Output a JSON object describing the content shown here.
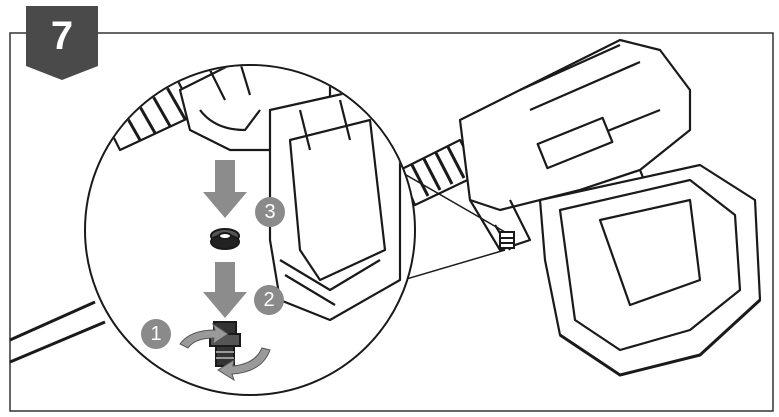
{
  "step": {
    "number": "7"
  },
  "callouts": [
    {
      "label": "1"
    },
    {
      "label": "2"
    },
    {
      "label": "3"
    }
  ],
  "colors": {
    "badge": "#4a4a4a",
    "callout": "#8a8a8a",
    "arrow": "#8c8c8c",
    "line": "#1a1a1a"
  },
  "icons": [
    "drill-driver-icon",
    "battery-pack-icon",
    "check-valve-icon",
    "washer-icon",
    "rotate-arrow-icon",
    "down-arrow-icon"
  ]
}
